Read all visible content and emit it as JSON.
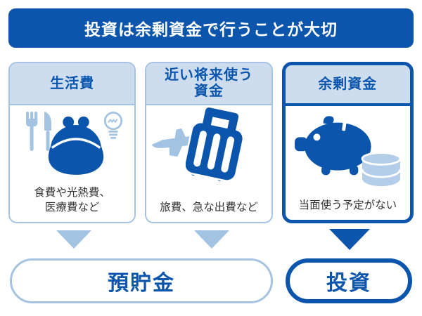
{
  "title": "投資は余剰資金で行うことが大切",
  "columns": [
    {
      "header_line1": "生活費",
      "header_line2": "",
      "caption_line1": "食費や光熱費、",
      "caption_line2": "医療費など",
      "icons": [
        "utensils-icon",
        "coin-purse-icon",
        "lightbulb-icon"
      ]
    },
    {
      "header_line1": "近い将来使う",
      "header_line2": "資金",
      "caption_line1": "旅費、急な出費など",
      "caption_line2": "",
      "icons": [
        "airplane-icon",
        "suitcase-icon"
      ]
    },
    {
      "header_line1": "余剰資金",
      "header_line2": "",
      "caption_line1": "当面使う予定がない",
      "caption_line2": "",
      "icons": [
        "piggy-bank-icon",
        "coin-stack-icon"
      ]
    }
  ],
  "destinations": [
    {
      "label": "預貯金"
    },
    {
      "label": "投資"
    }
  ],
  "colors": {
    "primary_blue": "#0b55ac",
    "light_blue_fill": "#cdddee",
    "light_blue_border": "#a6c3e2",
    "light_blue_icon": "#a3c3e2",
    "coin_light_blue": "#b4cde8",
    "caption_text": "#333333",
    "background": "#ffffff"
  }
}
